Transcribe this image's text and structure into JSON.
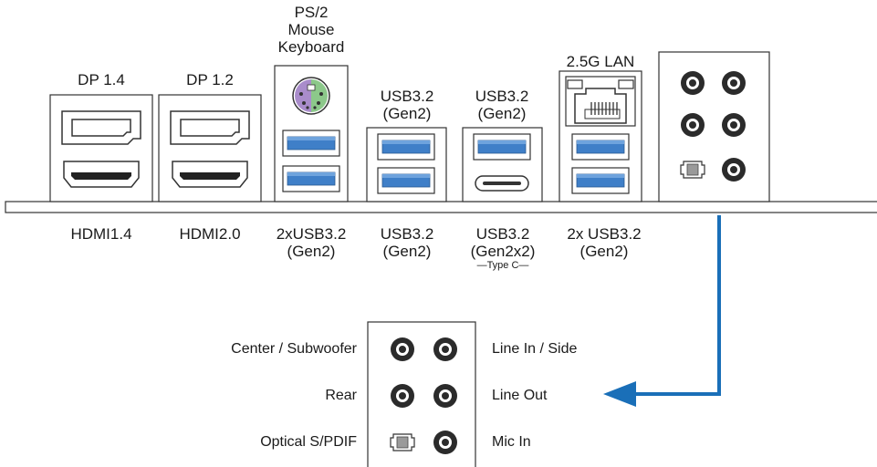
{
  "top_labels": {
    "dp14": "DP 1.4",
    "dp12": "DP 1.2",
    "ps2": [
      "PS/2",
      "Mouse",
      "Keyboard"
    ],
    "usb_a": [
      "USB3.2",
      "(Gen2)"
    ],
    "usb_b": [
      "USB3.2",
      "(Gen2)"
    ],
    "lan": "2.5G LAN"
  },
  "bottom_labels": {
    "hdmi14": "HDMI1.4",
    "hdmi20": "HDMI2.0",
    "usb_ps2": [
      "2xUSB3.2",
      "(Gen2)"
    ],
    "usb_a": [
      "USB3.2",
      "(Gen2)"
    ],
    "usb_c": [
      "USB3.2",
      "(Gen2x2)"
    ],
    "usb_c_note": "—Type C—",
    "usb_lan": [
      "2x USB3.2",
      "(Gen2)"
    ]
  },
  "audio_legend": {
    "left": [
      "Center / Subwoofer",
      "Rear",
      "Optical S/PDIF"
    ],
    "right": [
      "Line In / Side",
      "Line Out",
      "Mic In"
    ]
  },
  "colors": {
    "usb_blue": "#3f7fc8",
    "arrow_blue": "#1a6fb8",
    "ps2_purple": "#a98ccb",
    "ps2_green": "#8cc88a",
    "outline": "#333333"
  }
}
